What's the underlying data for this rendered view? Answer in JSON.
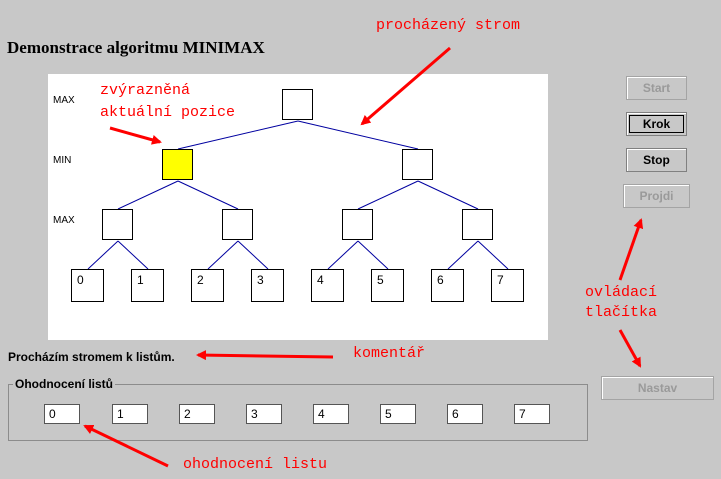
{
  "title": "Demonstrace algoritmu MINIMAX",
  "tree": {
    "level_labels": [
      "MAX",
      "MIN",
      "MAX"
    ],
    "leaf_labels": [
      "0",
      "1",
      "2",
      "3",
      "4",
      "5",
      "6",
      "7"
    ],
    "highlight_color": "#ffff00",
    "edge_color": "#0000a0"
  },
  "buttons": {
    "start": "Start",
    "krok": "Krok",
    "stop": "Stop",
    "projdi": "Projdi",
    "nastav": "Nastav"
  },
  "comment": "Procházím stromem k listům.",
  "leaf_eval": {
    "title": "Ohodnocení listů",
    "values": [
      "0",
      "1",
      "2",
      "3",
      "4",
      "5",
      "6",
      "7"
    ]
  },
  "annotations": {
    "tree": "procházený strom",
    "highlight_line1": "zvýrazněná",
    "highlight_line2": "aktuální pozice",
    "controls_line1": "ovládací",
    "controls_line2": "tlačítka",
    "comment": "komentář",
    "leaf_value": "ohodnocení listu",
    "color": "#ff0000"
  }
}
